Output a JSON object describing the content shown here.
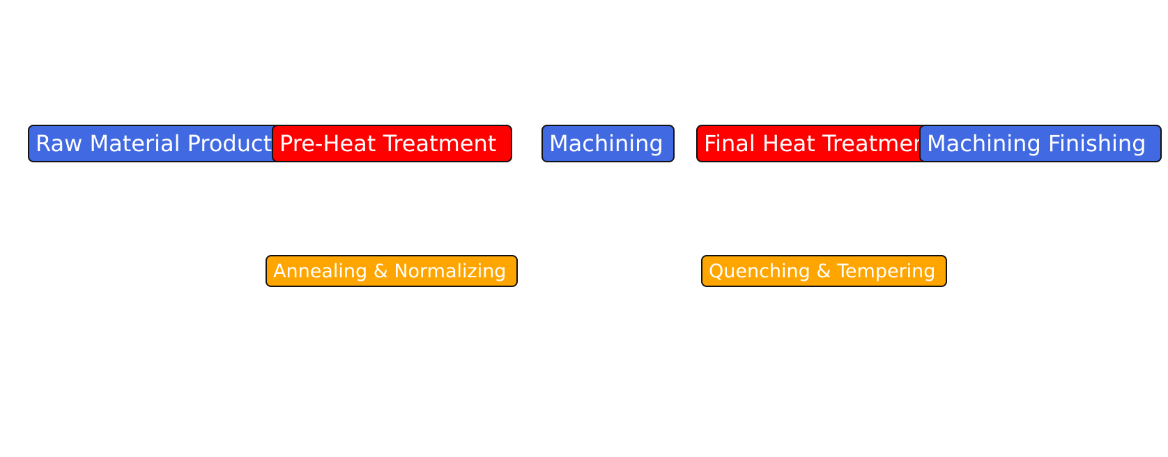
{
  "colors": {
    "process_stage": "#4169e1",
    "heat_treatment_stage": "#ff0000",
    "heat_treatment_method": "#ffa500",
    "border": "#111111",
    "text": "#ffffff"
  },
  "stages": [
    {
      "id": "raw",
      "label": "Raw Material Production",
      "kind": "process_stage"
    },
    {
      "id": "pre",
      "label": "Pre-Heat Treatment",
      "kind": "heat_treatment_stage"
    },
    {
      "id": "mach",
      "label": "Machining",
      "kind": "process_stage"
    },
    {
      "id": "final",
      "label": "Final Heat Treatment",
      "kind": "heat_treatment_stage"
    },
    {
      "id": "finish",
      "label": "Machining Finishing",
      "kind": "process_stage"
    }
  ],
  "methods": [
    {
      "id": "anneal",
      "label": "Annealing & Normalizing",
      "parent": "pre",
      "kind": "heat_treatment_method"
    },
    {
      "id": "quench",
      "label": "Quenching & Tempering",
      "parent": "final",
      "kind": "heat_treatment_method"
    }
  ]
}
